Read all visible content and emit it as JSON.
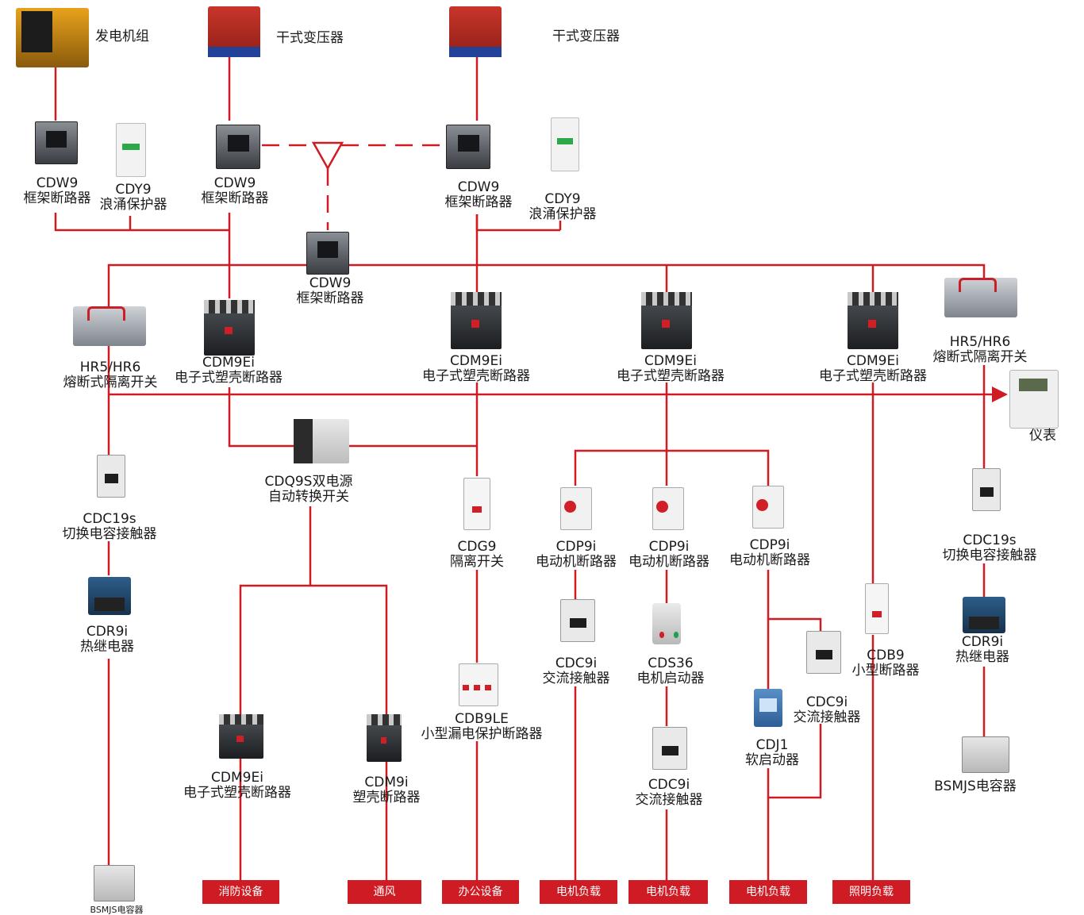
{
  "labels": {
    "generator": "发电机组",
    "transformer1": "干式变压器",
    "transformer2": "干式变压器",
    "cdw9_a_model": "CDW9",
    "cdw9_a_name": "框架断路器",
    "cdy9_a_model": "CDY9",
    "cdy9_a_name": "浪涌保护器",
    "cdw9_b_model": "CDW9",
    "cdw9_b_name": "框架断路器",
    "cdw9_c_model": "CDW9",
    "cdw9_c_name": "框架断路器",
    "cdy9_b_model": "CDY9",
    "cdy9_b_name": "浪涌保护器",
    "cdw9_tie_model": "CDW9",
    "cdw9_tie_name": "框架断路器",
    "hr5_a_model": "HR5/HR6",
    "hr5_a_name": "熔断式隔离开关",
    "cdm9ei_a_model": "CDM9Ei",
    "cdm9ei_a_name": "电子式塑壳断路器",
    "cdm9ei_b_model": "CDM9Ei",
    "cdm9ei_b_name": "电子式塑壳断路器",
    "cdm9ei_c_model": "CDM9Ei",
    "cdm9ei_c_name": "电子式塑壳断路器",
    "cdm9ei_d_model": "CDM9Ei",
    "cdm9ei_d_name": "电子式塑壳断路器",
    "hr5_b_model": "HR5/HR6",
    "hr5_b_name": "熔断式隔离开关",
    "meter": "仪表",
    "cdq9s_model": "CDQ9S双电源",
    "cdq9s_name": "自动转换开关",
    "cdc19s_a_model": "CDC19s",
    "cdc19s_a_name": "切换电容接触器",
    "cdr9i_a_model": "CDR9i",
    "cdr9i_a_name": "热继电器",
    "bsmjs_a": "BSMJS电容器",
    "cdg9_model": "CDG9",
    "cdg9_name": "隔离开关",
    "cdp9i_a_model": "CDP9i",
    "cdp9i_a_name": "电动机断路器",
    "cdp9i_b_model": "CDP9i",
    "cdp9i_b_name": "电动机断路器",
    "cdp9i_c_model": "CDP9i",
    "cdp9i_c_name": "电动机断路器",
    "cdc19s_b_model": "CDC19s",
    "cdc19s_b_name": "切换电容接触器",
    "cdc9i_a_model": "CDC9i",
    "cdc9i_a_name": "交流接触器",
    "cds36_model": "CDS36",
    "cds36_name": "电机启动器",
    "cdc9i_c_model": "CDC9i",
    "cdc9i_c_name": "交流接触器",
    "cdb9_model": "CDB9",
    "cdb9_name": "小型断路器",
    "cdr9i_b_model": "CDR9i",
    "cdr9i_b_name": "热继电器",
    "cdb9le_model": "CDB9LE",
    "cdb9le_name": "小型漏电保护断路器",
    "cdm9ei_e_model": "CDM9Ei",
    "cdm9ei_e_name": "电子式塑壳断路器",
    "cdm9i_model": "CDM9i",
    "cdm9i_name": "塑壳断路器",
    "cdj1_model": "CDJ1",
    "cdj1_name": "软启动器",
    "cdc9i_b_model": "CDC9i",
    "cdc9i_b_name": "交流接触器",
    "bsmjs_b": "BSMJS电容器"
  },
  "loads": [
    "消防设备",
    "通风",
    "办公设备",
    "电机负载",
    "电机负载",
    "电机负载",
    "照明负载"
  ],
  "colors": {
    "wire": "#cf1b23",
    "load_box": "#cf1b23",
    "text": "#1a1a1a"
  }
}
